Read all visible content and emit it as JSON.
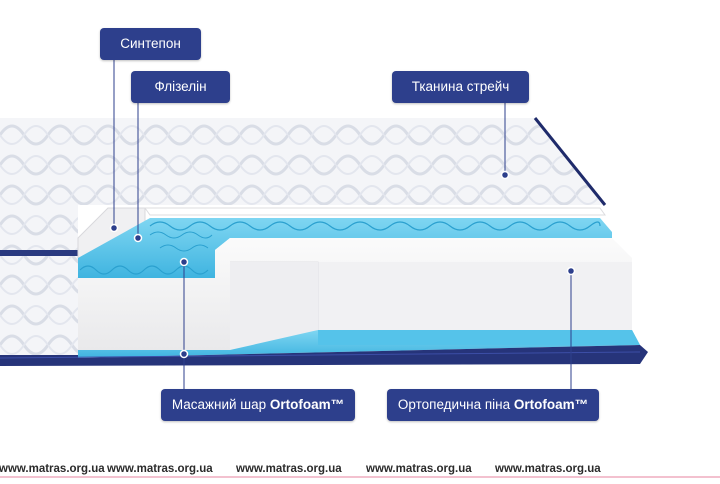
{
  "labels": {
    "sinteon": "Синтепон",
    "flizelin": "Флізелін",
    "stretch_fabric": "Тканина стрейч",
    "massage_prefix": "Масажний шар ",
    "massage_brand": "Ortofoam™",
    "ortho_prefix": "Ортопедична піна ",
    "ortho_brand": "Ortofoam™"
  },
  "watermarks": [
    "www.matras.org.ua",
    "www.matras.org.ua",
    "www.matras.org.ua",
    "www.matras.org.ua",
    "www.matras.org.ua"
  ],
  "colors": {
    "label_bg": "#2d3f8c",
    "label_text": "#ffffff",
    "foam_blue": "#5fc8ea",
    "foam_white": "#f2f2f2",
    "border_navy": "#1f2b6b"
  }
}
